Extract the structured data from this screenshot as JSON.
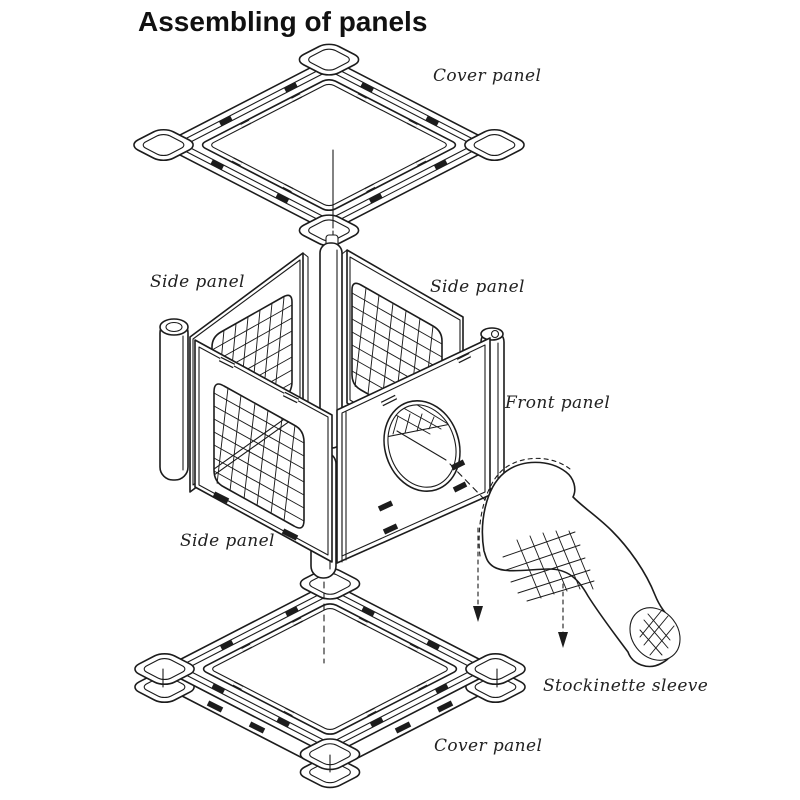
{
  "page": {
    "title": "Assembling of panels",
    "background": "#ffffff",
    "ink": "#1c1c1c"
  },
  "labels": {
    "cover_top": "Cover panel",
    "side_left": "Side panel",
    "side_right": "Side panel",
    "front": "Front panel",
    "side_bottom": "Side panel",
    "stockinette": "Stockinette sleeve",
    "cover_bottom": "Cover panel"
  }
}
